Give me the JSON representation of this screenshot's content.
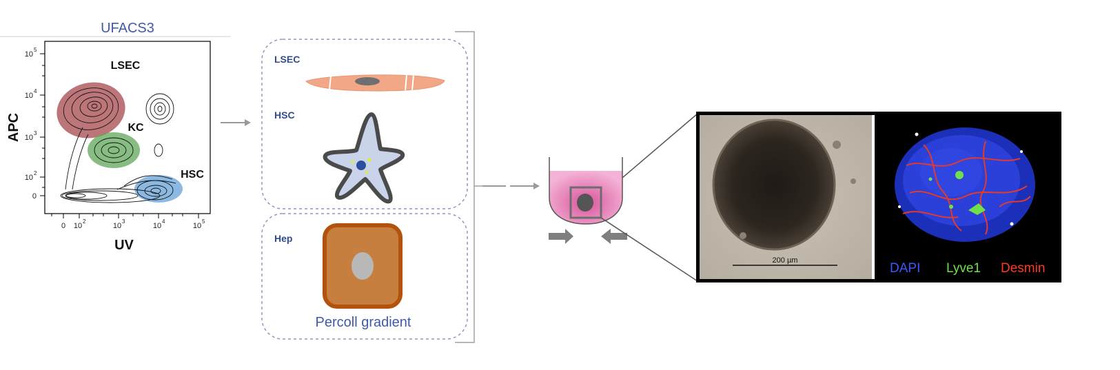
{
  "flow": {
    "title": "UFACS3",
    "y_axis": "APC",
    "x_axis": "UV",
    "x_ticks": [
      {
        "base": "0",
        "exp": ""
      },
      {
        "base": "10",
        "exp": "2"
      },
      {
        "base": "10",
        "exp": "3"
      },
      {
        "base": "10",
        "exp": "4"
      },
      {
        "base": "10",
        "exp": "5"
      }
    ],
    "y_ticks": [
      {
        "base": "0",
        "exp": ""
      },
      {
        "base": "10",
        "exp": "2"
      },
      {
        "base": "10",
        "exp": "3"
      },
      {
        "base": "10",
        "exp": "4"
      },
      {
        "base": "10",
        "exp": "5"
      }
    ],
    "populations": {
      "lsec": "LSEC",
      "kc": "KC",
      "hsc": "HSC"
    },
    "colors": {
      "lsec": "#a5484c",
      "kc": "#5fa65a",
      "hsc": "#5b9bd5"
    }
  },
  "cells": {
    "lsec": "LSEC",
    "hsc": "HSC",
    "hep": "Hep",
    "percoll": "Percoll gradient",
    "colors": {
      "label": "#2f4b8f",
      "lsec_fill": "#f2a887",
      "hsc_body": "#c9d3ea",
      "hsc_outline": "#4a4a4a",
      "hep_fill": "#c77f3f",
      "hep_border": "#b3520d",
      "nucleus_gray": "#b8b8b8",
      "nucleus_blue": "#2b4f9e"
    }
  },
  "images": {
    "scale_bar": "200 µm",
    "stain_dapi": "DAPI",
    "stain_lyve1": "Lyve1",
    "stain_desmin": "Desmin",
    "colors": {
      "dapi": "#3a58ff",
      "lyve1": "#6fe04b",
      "desmin": "#ff3a1f"
    }
  },
  "well": {
    "colors": {
      "medium": "#ef94c4",
      "arrow": "#7f7f7f"
    }
  }
}
